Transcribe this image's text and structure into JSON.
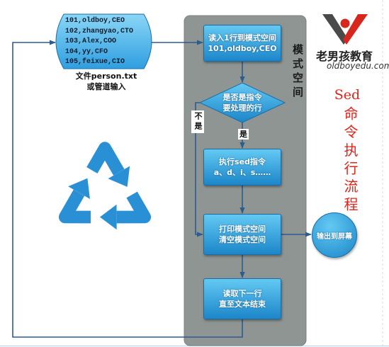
{
  "input": {
    "records": [
      "101,oldboy,CEO",
      "102,zhangyao,CTO",
      "103,Alex,COO",
      "104,yy,CFO",
      "105,feixue,CIO"
    ],
    "caption": [
      "文件person.txt",
      "或管道输入"
    ]
  },
  "pattern_space": {
    "label": "模式空间"
  },
  "nodes": {
    "read": [
      "读入1行到模式空间",
      "101,oldboy,CEO"
    ],
    "decision": [
      "是否是指令",
      "要处理的行"
    ],
    "execute": [
      "执行sed指令",
      "a、d、i、s……"
    ],
    "print": [
      "打印模式空间",
      "清空模式空间"
    ],
    "next": [
      "读取下一行",
      "直至文本结束"
    ],
    "output": "输出到屏幕"
  },
  "edge_labels": {
    "yes": "是",
    "no": "不是"
  },
  "title": {
    "latin": "Sed",
    "cjk": "命令执行流程"
  },
  "logo": {
    "brand": "老男孩教育",
    "url": "oldboyedu.com"
  },
  "icons": {
    "recycle": "recycle-icon",
    "logo_mark": "oldboy-v-logo-icon"
  },
  "colors": {
    "panel": "#8e9593",
    "box_top": "#63c9f3",
    "box_bottom": "#1c86c9",
    "box_border": "#1a6ea8",
    "input_top": "#8ad6f6",
    "input_bottom": "#2f9fe0",
    "arrow": "#2b5c8e",
    "title_red": "#e2231a",
    "recycle": "#2a90d6",
    "logo_red": "#d9261c",
    "logo_gray": "#4a4a4a"
  }
}
